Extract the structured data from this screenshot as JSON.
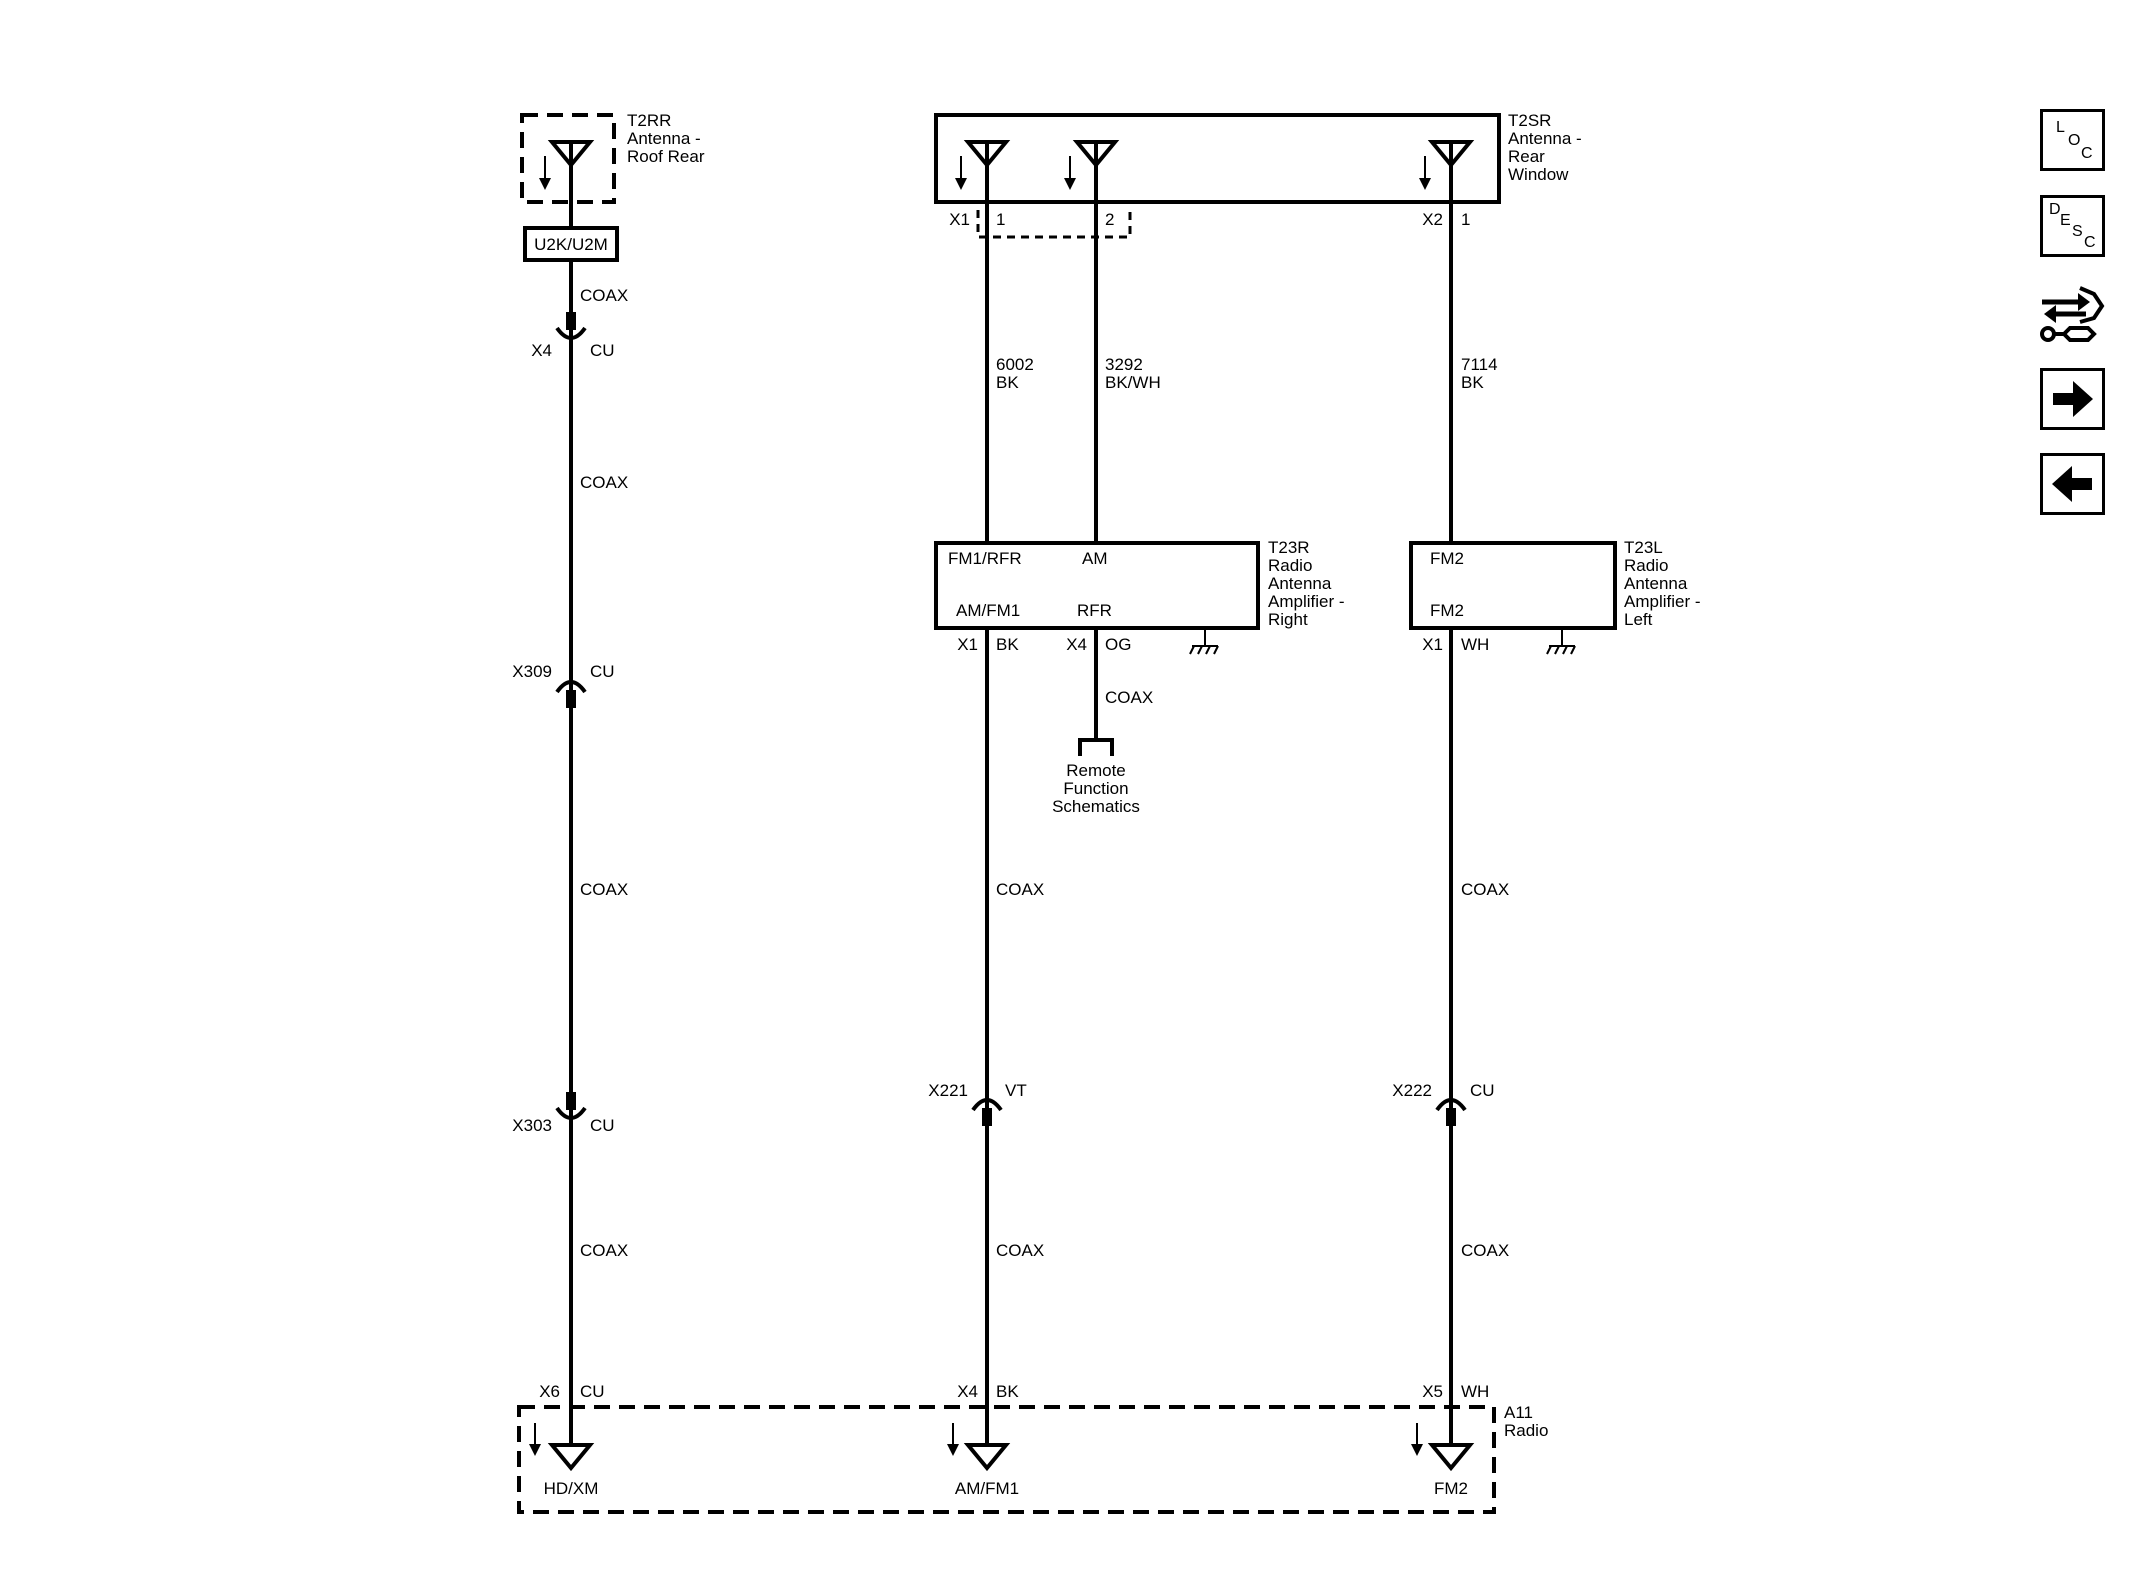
{
  "components": {
    "t2rr": {
      "ref": "T2RR",
      "name_1": "Antenna -",
      "name_2": "Roof Rear",
      "option": "U2K/U2M"
    },
    "t2sr": {
      "ref": "T2SR",
      "name_1": "Antenna -",
      "name_2": "Rear",
      "name_3": "Window",
      "conn_x1": "X1",
      "pin_x1_1": "1",
      "pin_x1_2": "2",
      "conn_x2": "X2",
      "pin_x2_1": "1"
    },
    "t23r": {
      "ref": "T23R",
      "name_1": "Radio",
      "name_2": "Antenna",
      "name_3": "Amplifier -",
      "name_4": "Right",
      "term_fm1rfr": "FM1/RFR",
      "term_am": "AM",
      "term_amfm1": "AM/FM1",
      "term_rfr": "RFR",
      "conn_x1": "X1",
      "pin_x1": "BK",
      "conn_x4": "X4",
      "pin_x4": "OG"
    },
    "t23l": {
      "ref": "T23L",
      "name_1": "Radio",
      "name_2": "Antenna",
      "name_3": "Amplifier -",
      "name_4": "Left",
      "term_top": "FM2",
      "term_bottom": "FM2",
      "conn_x1": "X1",
      "pin_x1": "WH"
    },
    "a11": {
      "ref": "A11",
      "name": "Radio",
      "term_1": "HD/XM",
      "term_2": "AM/FM1",
      "term_3": "FM2",
      "conn_1": "X6",
      "pin_1": "CU",
      "conn_2": "X4",
      "pin_2": "BK",
      "conn_3": "X5",
      "pin_3": "WH"
    }
  },
  "wires": {
    "w6002": {
      "circuit": "6002",
      "color": "BK"
    },
    "w3292": {
      "circuit": "3292",
      "color": "BK/WH"
    },
    "w7114": {
      "circuit": "7114",
      "color": "BK"
    },
    "coax": "COAX"
  },
  "connectors": {
    "x4": {
      "name": "X4",
      "pin": "CU"
    },
    "x309": {
      "name": "X309",
      "pin": "CU"
    },
    "x303": {
      "name": "X303",
      "pin": "CU"
    },
    "x221": {
      "name": "X221",
      "pin": "VT"
    },
    "x222": {
      "name": "X222",
      "pin": "CU"
    }
  },
  "remote": {
    "line_1": "Remote",
    "line_2": "Function",
    "line_3": "Schematics"
  },
  "sidebar": {
    "loc": {
      "l1": "L",
      "l2": "O",
      "l3": "C"
    },
    "desc": {
      "l1": "D",
      "l2": "E",
      "l3": "S",
      "l4": "C"
    }
  }
}
